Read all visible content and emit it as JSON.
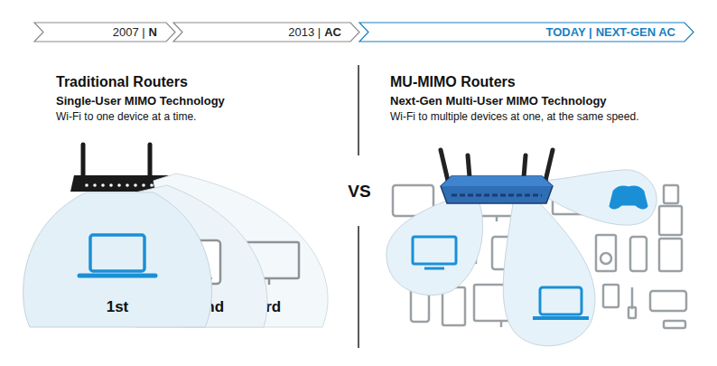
{
  "diagram": {
    "nodes": [
      {
        "text": [
          "2007 |",
          "N"
        ]
      },
      {
        "text": [
          "2013 |",
          "AC"
        ]
      },
      {
        "text": [
          "TODAY |",
          "NEXT-GEN AC"
        ]
      },
      {
        "text": [
          "1st"
        ]
      },
      {
        "text": [
          "2nd"
        ]
      },
      {
        "text": [
          "3rd"
        ]
      }
    ],
    "labels": [
      "Traditional Routers",
      "Single-User MIMO Technology",
      "Wi-Fi to one device at a time.",
      "VS",
      "MU-MIMO Routers",
      "Next-Gen Multi-User MIMO Technology",
      "Wi-Fi to multiple devices at one, at the same speed."
    ]
  }
}
